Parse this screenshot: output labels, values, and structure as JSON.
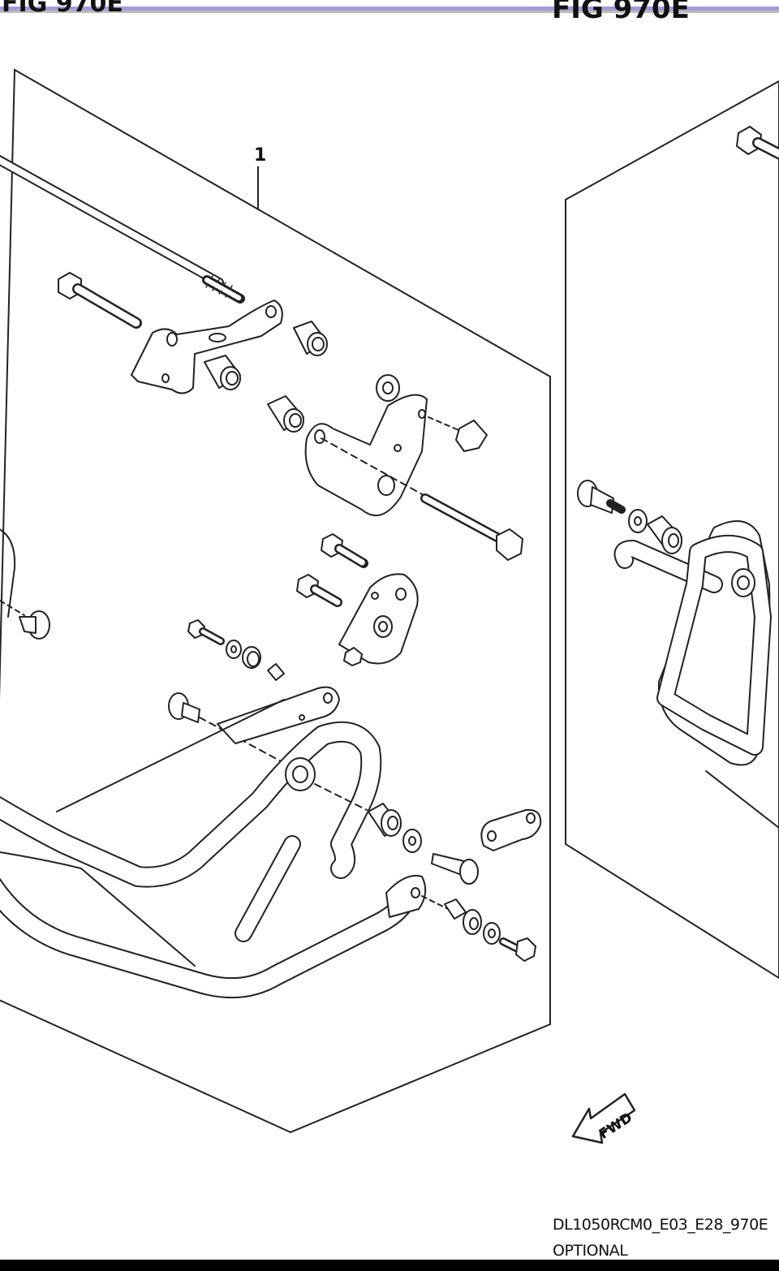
{
  "diagram": {
    "header_left": "FIG 970E",
    "header_right": "FIG 970E",
    "callout_number": "1",
    "fwd_label": "FWD",
    "accent_color": "#a89ad8"
  },
  "footer": {
    "diagram_code": "DL1050RCM0_E03_E28_970E",
    "caption": "OPTIONAL"
  }
}
